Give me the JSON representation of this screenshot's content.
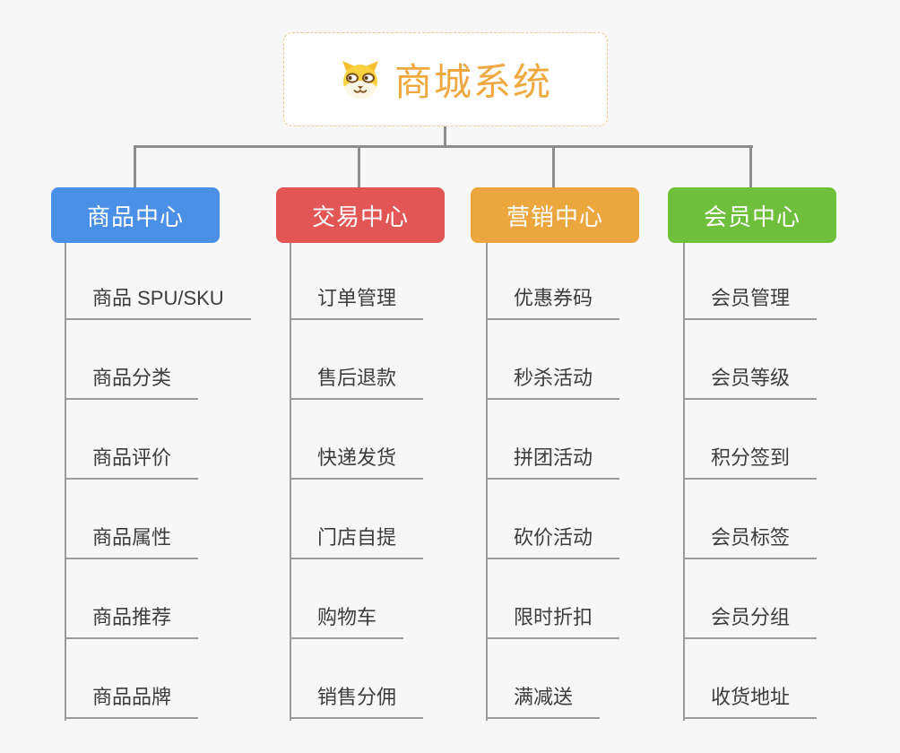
{
  "root": {
    "title": "商城系统",
    "icon": "dog-face-icon"
  },
  "branches": [
    {
      "label": "商品中心",
      "color": "#4A90E7",
      "children": [
        "商品 SPU/SKU",
        "商品分类",
        "商品评价",
        "商品属性",
        "商品推荐",
        "商品品牌"
      ]
    },
    {
      "label": "交易中心",
      "color": "#E25656",
      "children": [
        "订单管理",
        "售后退款",
        "快递发货",
        "门店自提",
        "购物车",
        "销售分佣"
      ]
    },
    {
      "label": "营销中心",
      "color": "#EBA73D",
      "children": [
        "优惠券码",
        "秒杀活动",
        "拼团活动",
        "砍价活动",
        "限时折扣",
        "满减送"
      ]
    },
    {
      "label": "会员中心",
      "color": "#6EC03C",
      "children": [
        "会员管理",
        "会员等级",
        "积分签到",
        "会员标签",
        "会员分组",
        "收货地址"
      ]
    }
  ],
  "colors": {
    "canvas_bg": "#F7F7F7",
    "connector": "#8D8D8D",
    "leaf_underline": "#9B9B9B",
    "root_text": "#EFA840",
    "root_border": "#F2C98C",
    "leaf_text": "#3C3C3C"
  }
}
